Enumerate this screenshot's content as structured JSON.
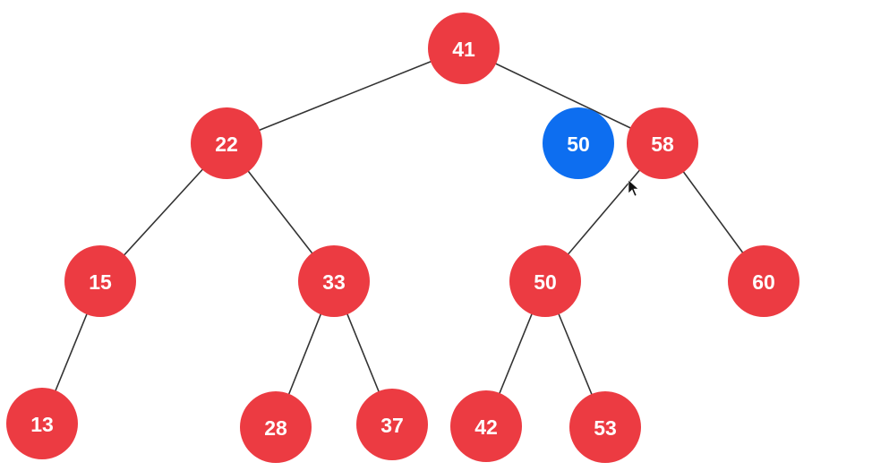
{
  "colors": {
    "node": "#ec3b42",
    "highlight": "#0d6ef0",
    "edge": "#333333",
    "label": "#ffffff"
  },
  "nodes": [
    {
      "id": "n41",
      "label": "41"
    },
    {
      "id": "n22",
      "label": "22"
    },
    {
      "id": "n58",
      "label": "58"
    },
    {
      "id": "n15",
      "label": "15"
    },
    {
      "id": "n33",
      "label": "33"
    },
    {
      "id": "n50",
      "label": "50"
    },
    {
      "id": "n60",
      "label": "60"
    },
    {
      "id": "n13",
      "label": "13"
    },
    {
      "id": "n28",
      "label": "28"
    },
    {
      "id": "n37",
      "label": "37"
    },
    {
      "id": "n42",
      "label": "42"
    },
    {
      "id": "n53",
      "label": "53"
    }
  ],
  "highlight_node": {
    "id": "n50-moving",
    "label": "50"
  },
  "edges": [
    [
      "n41",
      "n22"
    ],
    [
      "n41",
      "n58"
    ],
    [
      "n22",
      "n15"
    ],
    [
      "n22",
      "n33"
    ],
    [
      "n58",
      "n50"
    ],
    [
      "n58",
      "n60"
    ],
    [
      "n15",
      "n13"
    ],
    [
      "n33",
      "n28"
    ],
    [
      "n33",
      "n37"
    ],
    [
      "n50",
      "n42"
    ],
    [
      "n50",
      "n53"
    ]
  ],
  "cursor_icon": "mouse-pointer-icon"
}
